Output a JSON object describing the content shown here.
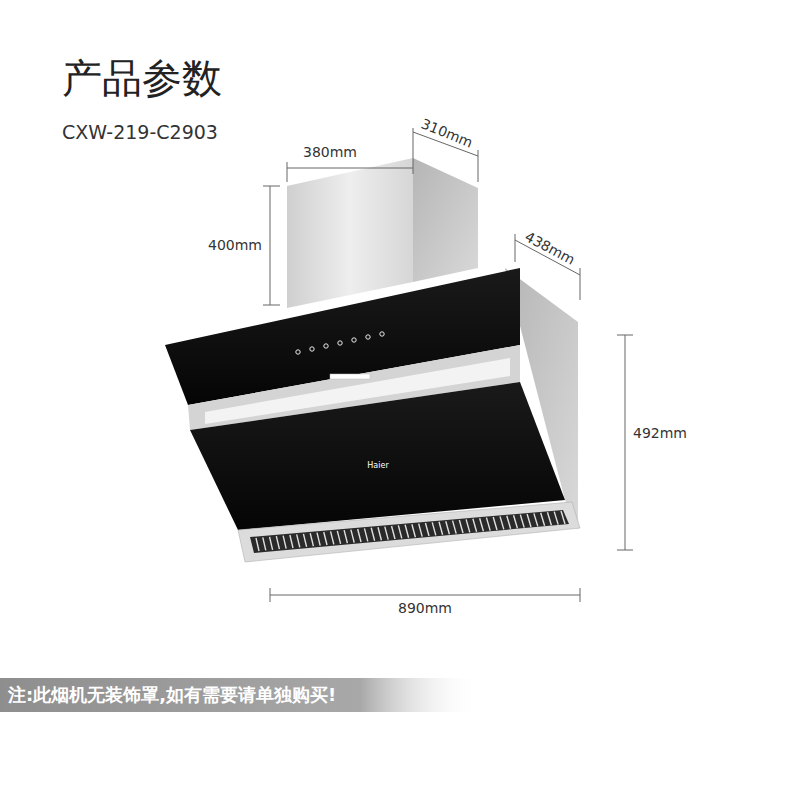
{
  "diagram": {
    "title": "产品参数",
    "labels": [
      "CXW-219-C2903",
      "380mm",
      "310mm",
      "400mm",
      "438mm",
      "492mm",
      "Haier",
      "890mm",
      "注:此烟机无装饰罩,如有需要请单独购买!"
    ]
  }
}
